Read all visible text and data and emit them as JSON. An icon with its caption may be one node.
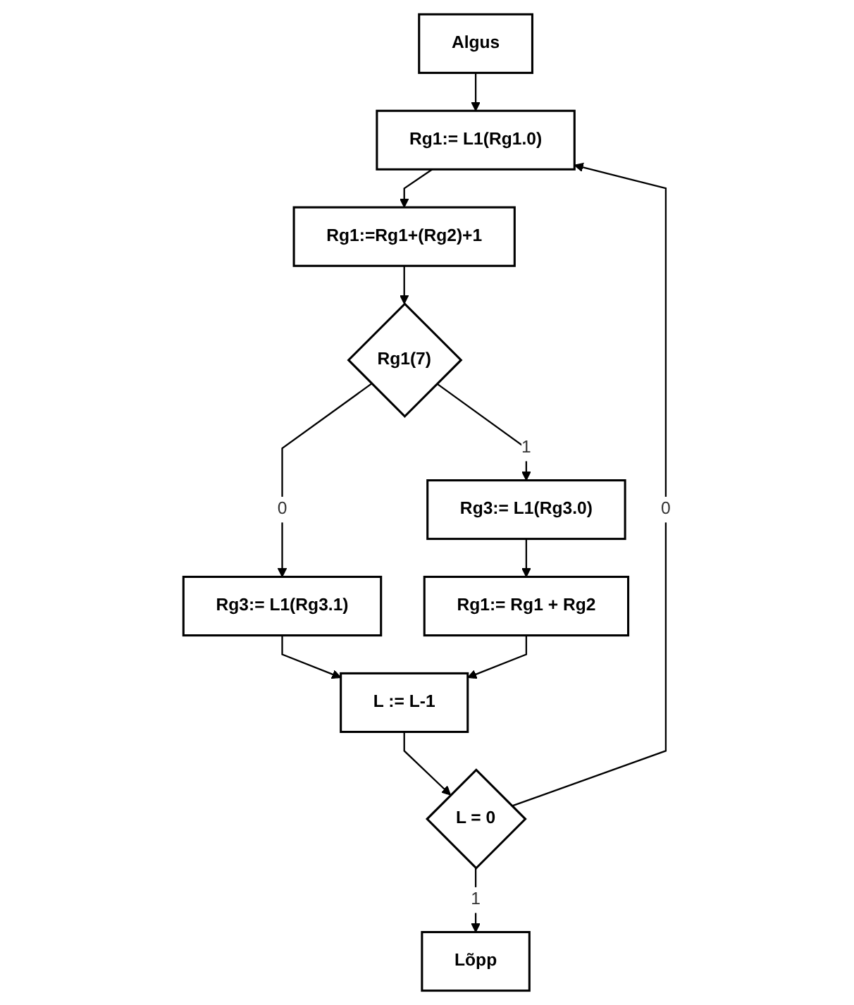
{
  "diagram": {
    "nodes": [
      {
        "text": [
          "Algus"
        ]
      },
      {
        "text": [
          "Rg1:= L1(Rg1.0)"
        ]
      },
      {
        "text": [
          "Rg1:=Rg1+(Rg2)+1"
        ]
      },
      {
        "text": [
          "Rg1(7)"
        ]
      },
      {
        "text": [
          "Rg3:= L1(Rg3.0)"
        ]
      },
      {
        "text": [
          "Rg1:= Rg1 + Rg2"
        ]
      },
      {
        "text": [
          "Rg3:= L1(Rg3.1)"
        ]
      },
      {
        "text": [
          "L := L-1"
        ]
      },
      {
        "text": [
          "L = 0"
        ]
      },
      {
        "text": [
          "Lõpp"
        ]
      }
    ],
    "edges": [
      {
        "from": 0,
        "to": 1,
        "arrow": "to"
      },
      {
        "from": 1,
        "to": 2,
        "arrow": "to"
      },
      {
        "from": 2,
        "to": 3,
        "arrow": "to"
      },
      {
        "from": 3,
        "to": 6,
        "arrow": "to",
        "label": "0"
      },
      {
        "from": 3,
        "to": 4,
        "arrow": "to",
        "label": "1"
      },
      {
        "from": 4,
        "to": 5,
        "arrow": "to"
      },
      {
        "from": 6,
        "to": 7,
        "arrow": "to"
      },
      {
        "from": 5,
        "to": 7,
        "arrow": "to"
      },
      {
        "from": 7,
        "to": 8,
        "arrow": "to"
      },
      {
        "from": 8,
        "to": 1,
        "arrow": "to",
        "label": "0"
      },
      {
        "from": 8,
        "to": 9,
        "arrow": "to",
        "label": "1"
      }
    ]
  }
}
